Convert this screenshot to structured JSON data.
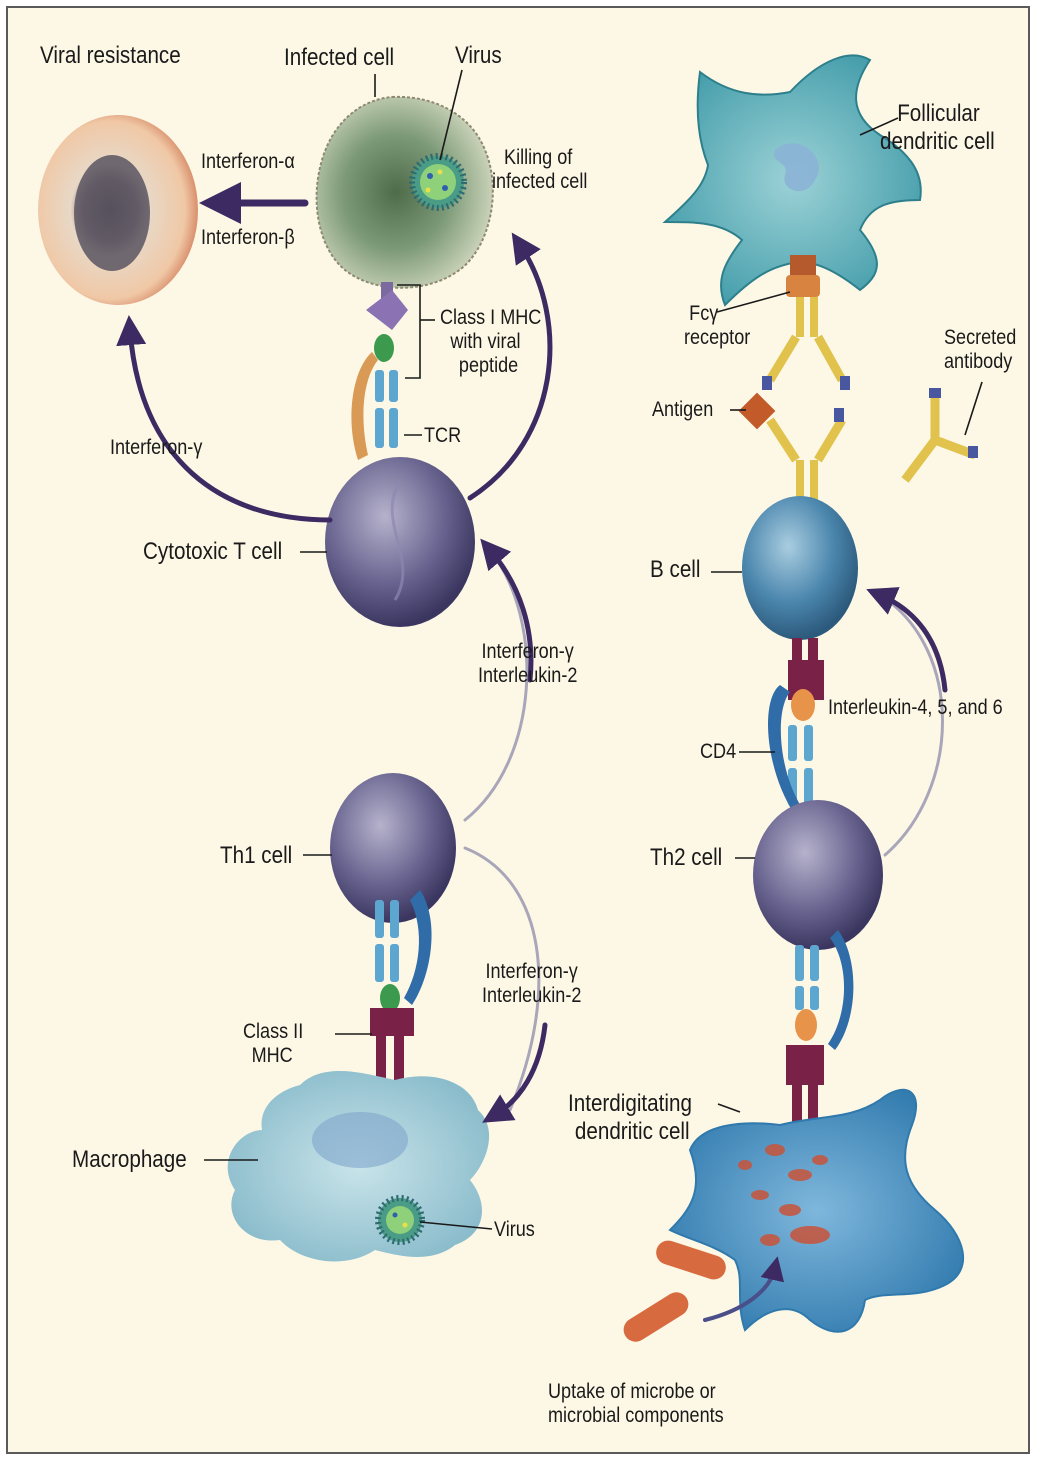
{
  "labels": {
    "viral_resistance": "Viral resistance",
    "infected_cell": "Infected cell",
    "virus_top": "Virus",
    "interferon_alpha": "Interferon-α",
    "interferon_beta": "Interferon-β",
    "killing_line1": "Killing of",
    "killing_line2": "infected cell",
    "class1_line1": "Class I MHC",
    "class1_line2": "with viral",
    "class1_line3": "peptide",
    "tcr": "TCR",
    "interferon_gamma": "Interferon-γ",
    "cytotoxic_t_cell": "Cytotoxic T cell",
    "ifn_il2_upper_line1": "Interferon-γ",
    "ifn_il2_upper_line2": "Interleukin-2",
    "th1_cell": "Th1 cell",
    "ifn_il2_lower_line1": "Interferon-γ",
    "ifn_il2_lower_line2": "Interleukin-2",
    "class2_line1": "Class II",
    "class2_line2": "MHC",
    "macrophage": "Macrophage",
    "virus_bottom": "Virus",
    "follicular_line1": "Follicular",
    "follicular_line2": "dendritic cell",
    "fc_line1": "Fcγ",
    "fc_line2": "receptor",
    "secreted_line1": "Secreted",
    "secreted_line2": "antibody",
    "antigen": "Antigen",
    "b_cell": "B cell",
    "interleukins": "Interleukin-4, 5, and 6",
    "cd4": "CD4",
    "th2_cell": "Th2 cell",
    "interdig_line1": "Interdigitating",
    "interdig_line2": "dendritic cell",
    "uptake_line1": "Uptake of microbe or",
    "uptake_line2": "microbial components"
  },
  "colors": {
    "frame_bg": "#fdf8e6",
    "arrow_purple": "#3d2a63",
    "lymphocyte": "#6a6590",
    "b_cell": "#4b86ad",
    "dendritic": "#5fb3bf",
    "macrophage": "#a3cdd8",
    "antibody_gold": "#e0c24c",
    "mhc_maroon": "#7a2148",
    "tcr_blue": "#5da6cf",
    "peptide_green": "#3c9a4e",
    "bacteria": "#d76a3f"
  }
}
